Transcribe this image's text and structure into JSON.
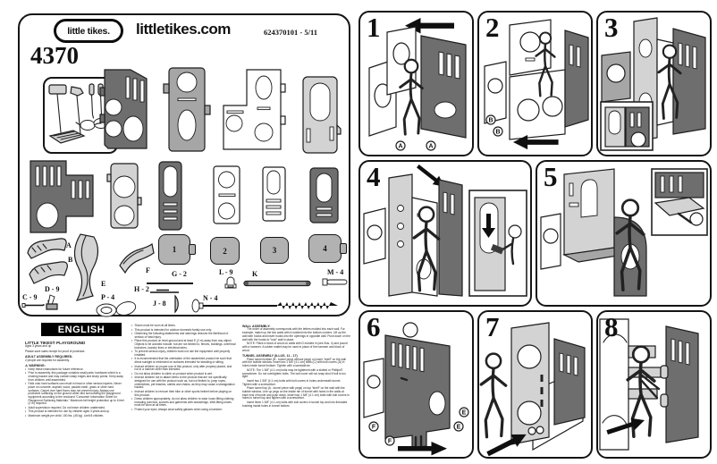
{
  "header": {
    "logo_text": "little tikes.",
    "website": "littletikes.com",
    "doc_number": "624370101  -  5/11",
    "model": "4370"
  },
  "parts": {
    "labels": {
      "a": "A",
      "b": "B",
      "c": "C - 9",
      "d": "D - 9",
      "e": "E",
      "f": "F",
      "g": "G - 2",
      "h": "H - 2",
      "j": "J - 8",
      "k": "K",
      "l": "L - 9",
      "m": "M - 4",
      "n": "N - 4",
      "p": "P - 4"
    },
    "tunnel_pieces": [
      "1",
      "2",
      "3",
      "4"
    ]
  },
  "steps": [
    {
      "number": "1",
      "callouts": [
        "A",
        "A"
      ]
    },
    {
      "number": "2",
      "callouts": [
        "B",
        "B"
      ]
    },
    {
      "number": "3",
      "callouts": []
    },
    {
      "number": "4",
      "callouts": []
    },
    {
      "number": "5",
      "callouts": []
    },
    {
      "number": "6",
      "callouts": [
        "F",
        "F",
        "E",
        "E"
      ]
    },
    {
      "number": "7",
      "callouts": []
    },
    {
      "number": "8",
      "callouts": []
    }
  ],
  "english": {
    "language_label": "ENGLISH",
    "title": "LITTLE TIKES® PLAYGROUND",
    "age_line": "Ages 3 years and up",
    "receipt_line": "Please save sales receipt for proof of purchase.",
    "adult_heading": "ADULT ASSEMBLY REQUIRED.",
    "adult_line": "2 people are required for assembly.",
    "warning_heading": "⚠ WARNING:",
    "warning_bullets": [
      "Keep these instructions for future reference.",
      "Prior to assembly, this package contains small parts: hardware which is a choking hazard and may contain sharp edges and sharp points. Keep away from children until assembled.",
      "Falls onto hard surfaces can result in head or other serious injuries. Never place on concrete, asphalt, wood, packed earth, grass or other hard surfaces. Carpet over hard floors may not prevent injury. Always use protective surfacing on the ground under and surrounding the playground equipment according to the enclosed “Consumer Information Sheet for Playground Surfacing Materials.” Maximum fall height protection up to 6 feet (2 m) required.",
      "Adult supervision required. Do not leave children unattended.",
      "This product is intended for use by children ages 3 years and up.",
      "Maximum weight per child: 100 lbs. (45 kg). Limit 8 children."
    ],
    "col2_bullets": [
      "Shoes must be worn at all times.",
      "This product is intended for outdoor domestic family use only.",
      "Observing the following statements and warnings reduces the likelihood of serious or fatal injury.",
      "Place this product on level ground and at least 6' (2 m) away from any object. Objects to be avoided include, but are not limited to, fences, buildings, overhead branches, laundry lines or electrical wires.",
      "To prevent serious injury, children must not use the equipment until properly installed.",
      "It is recommended that the orientation of the assembled product be such that direct sunlight is minimized on surfaces intended for standing or sitting.",
      "Instruct children on proper use of this product, only after properly placed, and not in a manner other than intended.",
      "Do not allow children to climb on product when product is wet.",
      "Instruct children not to attach items to the product that are not specifically designed for use with the product such as, but not limited to, jump ropes, clotheslines, pet leashes, cables and chains, as they may cause a strangulation hazard.",
      "Instruct children to remove their bike or other sports helmet before playing on this product.",
      "Dress children appropriately; do not allow children to wear loose-fitting clothing including ponchos, scarves and garments with drawstrings. Well-fitting shoes must be worn at all times.",
      "Protect your eyes. Always wear safety glasses when using a hammer."
    ],
    "wall_heading": "WALL ASSEMBLY:",
    "wall_paras": [
      "The order of assembly corresponds with the letters molded into each wall. For example, match up the two walls with A molded into the bottom corners. Lift up the wall with hooks and insert hooks into the openings in opposite wall. Push down on the wall with the hooks to “lock” wall in place.",
      "NOTE: Place a block of wood on walls with D molded in (see Illus. 4) and pound with a hammer. A rubber mallet may be used in place of the hammer and block of wood."
    ],
    "tunnel_heading": "TUNNEL ASSEMBLY (ILLUS. 11 - 17)",
    "tunnel_paras": [
      "Place tunnel bottom (B - tunnel piece without pegs) on lower “shelf” on the wall with the bubble window. Insert two 1 5/8” (4.1 cm) bolts (C) with bolt covers (D) in holes inside tunnel bottom. Tighten with a screwdriver.",
      "NOTE: The 1 5/8” (4.1 cm) bolts may be tightened with a slotted or Phillips® screwdriver. Do not overtighten bolts. The bolt cover will not snap shut if bolt is too tight.",
      "Insert two 1 5/8” (4.1 cm) bolts with bolt covers in holes underneath tunnel. Tighten with a screwdriver.",
      "Place tunnel top (A - tunnel piece with pegs) on top “shelf” on the wall with the bubble window. Line up pegs on the inside rim of tunnel with holes in the walls at each end of tunnel and push down. Insert two 1 5/8” (4.1 cm) bolts with bolt covers in holes in tunnel top and tighten with a screwdriver.",
      "Insert three 1 5/8” (4.1 cm) bolts with bolt covers in tunnel top and into threaded bushing inside holes in tunnel bottom."
    ]
  }
}
